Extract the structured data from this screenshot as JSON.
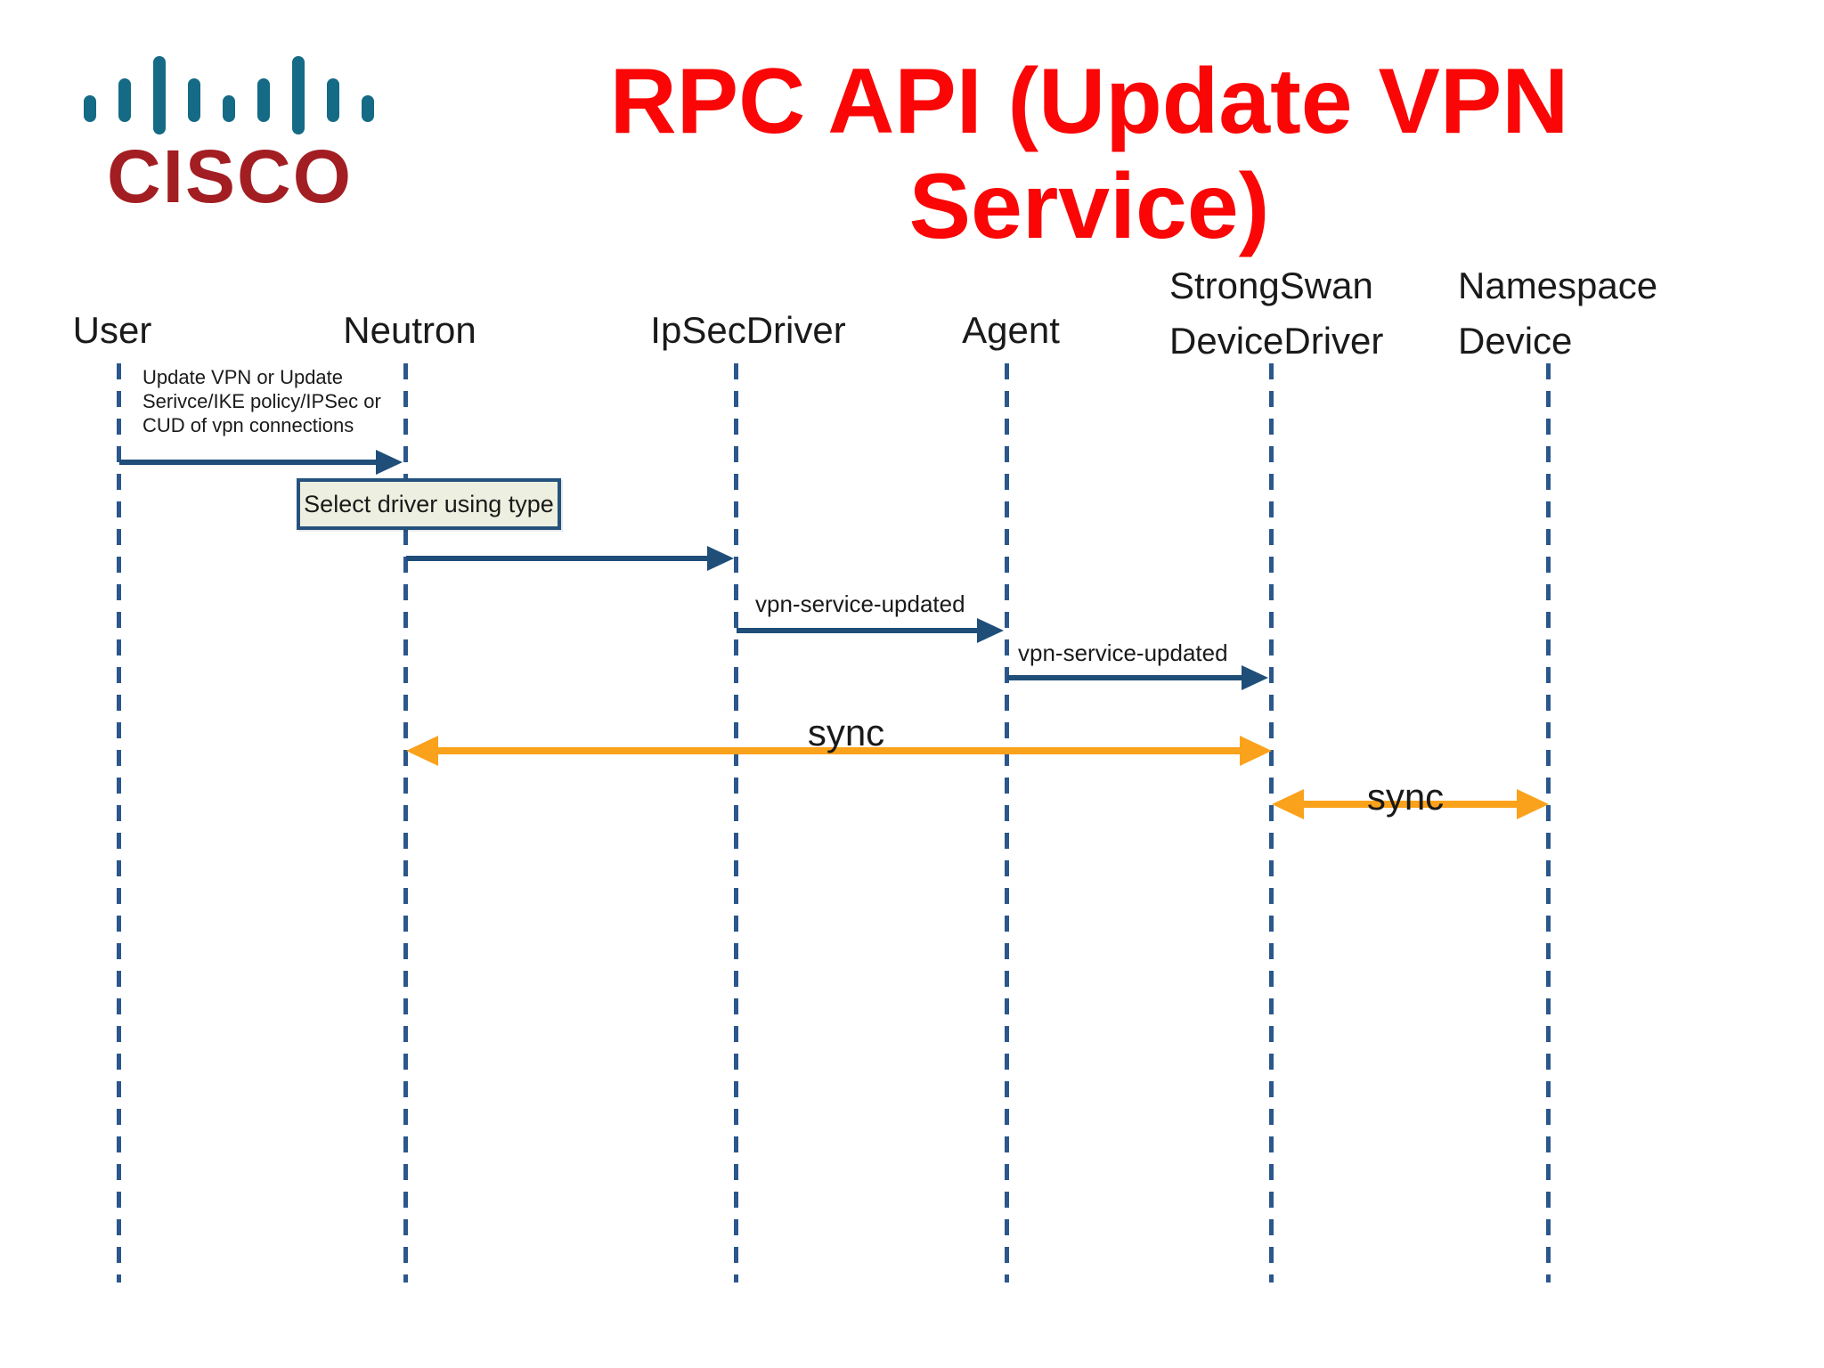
{
  "logo": {
    "brand": "CISCO"
  },
  "title": {
    "line1": "RPC API (Update VPN",
    "line2": "Service)"
  },
  "actors": [
    {
      "id": "user",
      "label": "User"
    },
    {
      "id": "neutron",
      "label": "Neutron"
    },
    {
      "id": "ipsecdriver",
      "label": "IpSecDriver"
    },
    {
      "id": "agent",
      "label": "Agent"
    },
    {
      "id": "strongswan-devicedriver",
      "line1": "StrongSwan",
      "line2": "DeviceDriver"
    },
    {
      "id": "namespace-device",
      "line1": "Namespace",
      "line2": "Device"
    }
  ],
  "messages": {
    "user_to_neutron": {
      "label_lines": [
        "Update VPN or Update",
        "Serivce/IKE policy/IPSec or",
        "CUD of vpn connections"
      ]
    },
    "select_driver_note": {
      "label": "Select driver using type"
    },
    "ipsec_to_agent": {
      "label": "vpn-service-updated"
    },
    "agent_to_strongswan": {
      "label": "vpn-service-updated"
    },
    "sync_neutron_strongswan": {
      "label": "sync"
    },
    "sync_strongswan_namespace": {
      "label": "sync"
    }
  },
  "colors": {
    "title_red": "#fa0606",
    "arrow_navy": "#1f4e79",
    "lifeline_navy": "#2b578c",
    "sync_orange": "#faa21b",
    "note_fill": "#edefe0",
    "note_border": "#24527e",
    "logo_bar_teal": "#156a85",
    "logo_text_red": "#a21e22",
    "text_black": "#1a1a1a"
  }
}
